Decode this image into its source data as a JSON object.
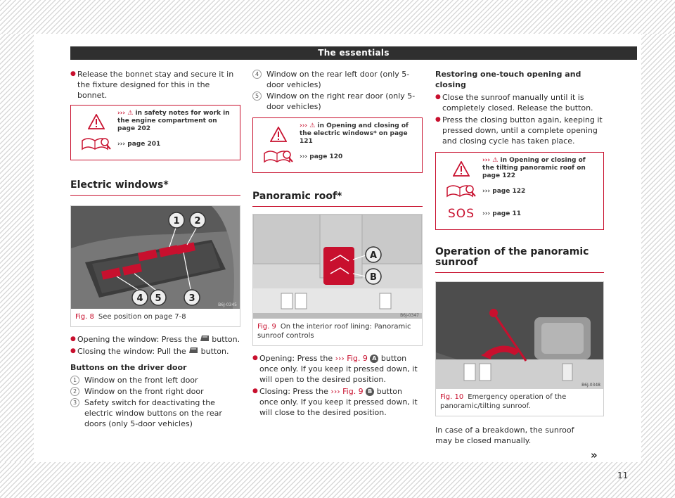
{
  "header": {
    "title": "The essentials"
  },
  "col1": {
    "bullet1": "Release the bonnet stay and secure it in the fixture designed for this in the bonnet.",
    "box": {
      "warning_ref": "in safety notes for work in the engine compartment on page 202",
      "page_ref": "page 201"
    },
    "section_title": "Electric windows*",
    "figure": {
      "code": "B6J-0345",
      "label": "Fig. 8",
      "caption": "See position on page 7-8",
      "callouts": [
        "1",
        "2",
        "3",
        "4",
        "5"
      ]
    },
    "bullet_open": "Opening the window: Press the",
    "bullet_open_end": "button.",
    "bullet_close": "Closing the window: Pull the",
    "bullet_close_end": "button.",
    "buttons_heading": "Buttons on the driver door",
    "items": [
      {
        "n": "1",
        "text": "Window on the front left door"
      },
      {
        "n": "2",
        "text": "Window on the front right door"
      },
      {
        "n": "3",
        "text": "Safety switch for deactivating the electric window buttons on the rear doors (only 5-door vehicles)"
      }
    ]
  },
  "col2": {
    "items": [
      {
        "n": "4",
        "text": "Window on the rear left door (only 5-door vehicles)"
      },
      {
        "n": "5",
        "text": "Window on the right rear door (only 5-door vehicles)"
      }
    ],
    "box": {
      "warning_ref": "in Opening and closing of the electric windows* on page 121",
      "page_ref": "page 120"
    },
    "section_title": "Panoramic roof*",
    "figure": {
      "code": "B6J-0347",
      "label": "Fig. 9",
      "caption": "On the interior roof lining: Panoramic sunroof controls",
      "callouts": [
        "A",
        "B"
      ]
    },
    "bullet_open_a": "Opening: Press the",
    "fig_ref": "Fig. 9",
    "bullet_open_b": "button once only. If you keep it pressed down, it will open to the desired position.",
    "bullet_close_a": "Closing: Press the",
    "bullet_close_b": "button once only. If you keep it pressed down, it will close to the desired position.",
    "key_a": "A",
    "key_b": "B"
  },
  "col3": {
    "restore_heading": "Restoring one-touch opening and closing",
    "bullet1": "Close the sunroof manually until it is completely closed. Release the button.",
    "bullet2": "Press the closing button again, keeping it pressed down, until a complete opening and closing cycle has taken place.",
    "box": {
      "warning_ref": "in Opening or closing of the tilting panoramic roof on page 122",
      "page_ref": "page 122",
      "sos_label": "SOS",
      "sos_ref": "page 11"
    },
    "section_title": "Operation of the panoramic sunroof",
    "figure": {
      "code": "B6J-0348",
      "label": "Fig. 10",
      "caption": "Emergency operation of the panoramic/tilting sunroof."
    },
    "body": "In case of a breakdown, the sunroof may be closed manually.",
    "continue_mark": "»"
  },
  "footer": {
    "page_number": "11"
  },
  "icons": {
    "warning": "warning-triangle-icon",
    "reference": "book-magnifier-icon",
    "window_button": "window-button-icon"
  },
  "colors": {
    "accent": "#c8102e",
    "header_bg": "#2f2f2f"
  }
}
